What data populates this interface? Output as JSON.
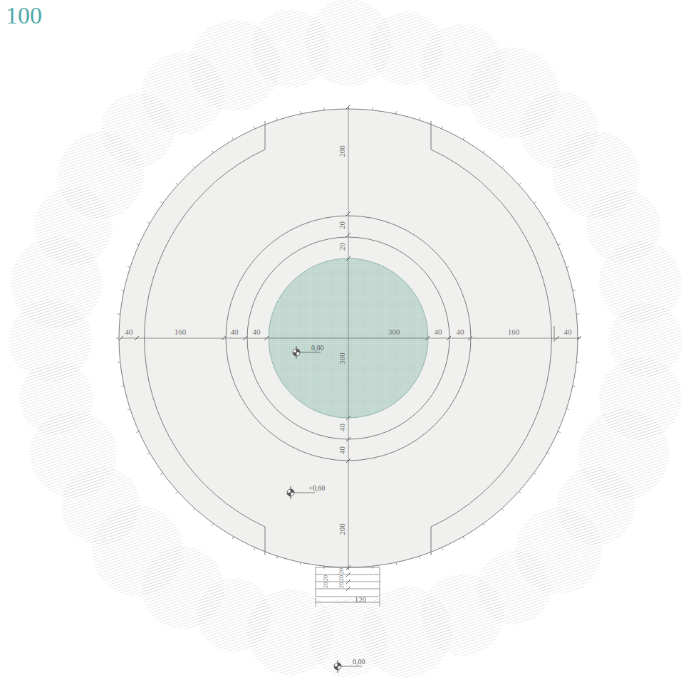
{
  "diagram": {
    "labels": [
      "100",
      "200",
      "20",
      "20",
      "40",
      "160",
      "40",
      "40",
      "300",
      "40",
      "40",
      "160",
      "40",
      "0,00",
      "300",
      "40",
      "40",
      "+0,60",
      "200",
      "20",
      "20",
      "20",
      "20",
      "20",
      "120",
      "0,00"
    ]
  }
}
